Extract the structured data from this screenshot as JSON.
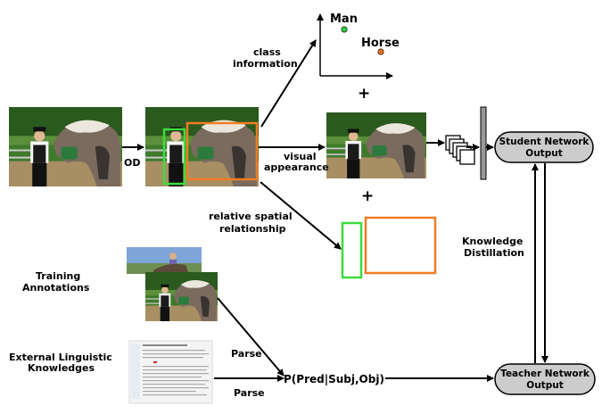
{
  "labels": {
    "od": "OD",
    "class_info_1": "class",
    "class_info_2": "information",
    "visual_1": "visual",
    "visual_2": "appearance",
    "spatial_1": "relative spatial",
    "spatial_2": "relationship",
    "plus": "+",
    "man": "Man",
    "horse": "Horse",
    "training_1": "Training",
    "training_2": "Annotations",
    "external_1": "External Linguistic",
    "external_2": "Knowledges",
    "parse": "Parse",
    "formula": "P(Pred|Subj,Obj)",
    "kd_1": "Knowledge",
    "kd_2": "Distillation",
    "student_1": "Student Network",
    "student_2": "Output",
    "teacher_1": "Teacher Network",
    "teacher_2": "Output"
  },
  "colors": {
    "subject_box": "#3ddc3d",
    "object_box": "#f07c24",
    "man_point": "#2ecc40",
    "horse_point": "#e8701e",
    "network_node_fill": "#cccccc"
  }
}
